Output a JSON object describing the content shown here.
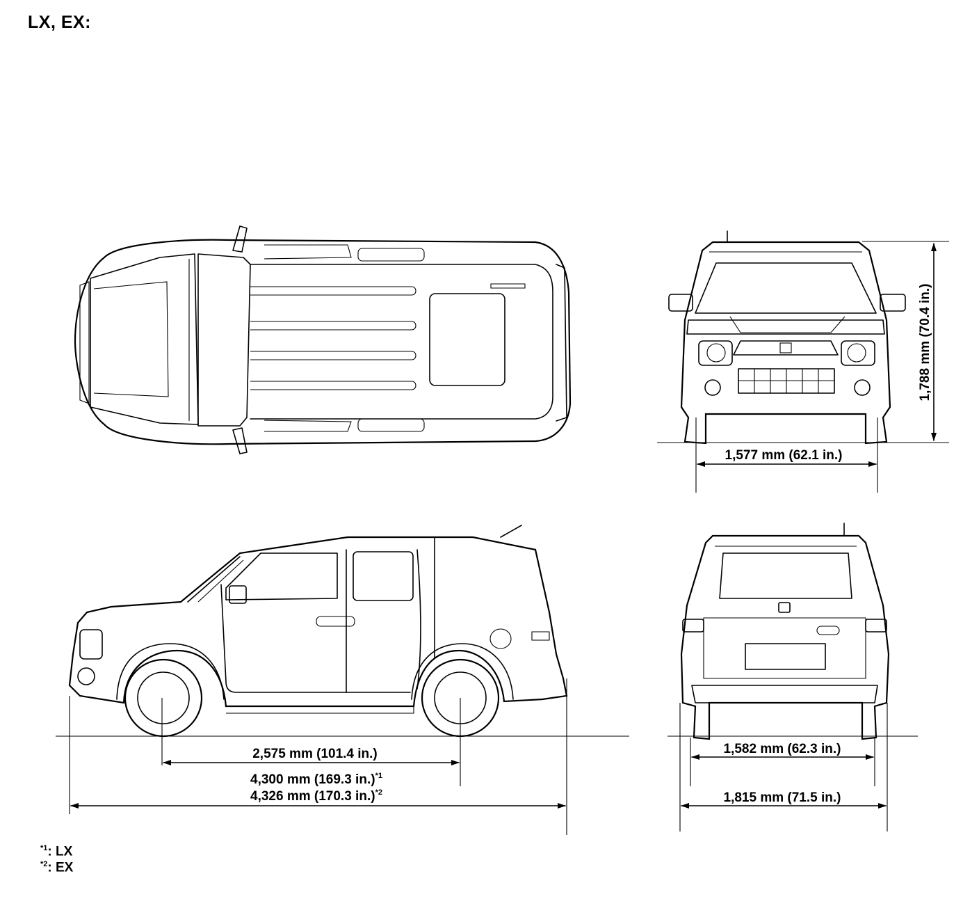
{
  "title": "LX, EX:",
  "dimensions": {
    "height": "1,788 mm (70.4 in.)",
    "front_track": "1,577 mm (62.1 in.)",
    "wheelbase": "2,575 mm (101.4 in.)",
    "length_lx": "4,300 mm (169.3 in.)",
    "length_lx_mark": "*1",
    "length_ex": "4,326 mm (170.3 in.)",
    "length_ex_mark": "*2",
    "rear_track": "1,582 mm (62.3 in.)",
    "width": "1,815 mm (71.5 in.)"
  },
  "legend": [
    {
      "mark": "*1",
      "label": ": LX"
    },
    {
      "mark": "*2",
      "label": ": EX"
    }
  ]
}
